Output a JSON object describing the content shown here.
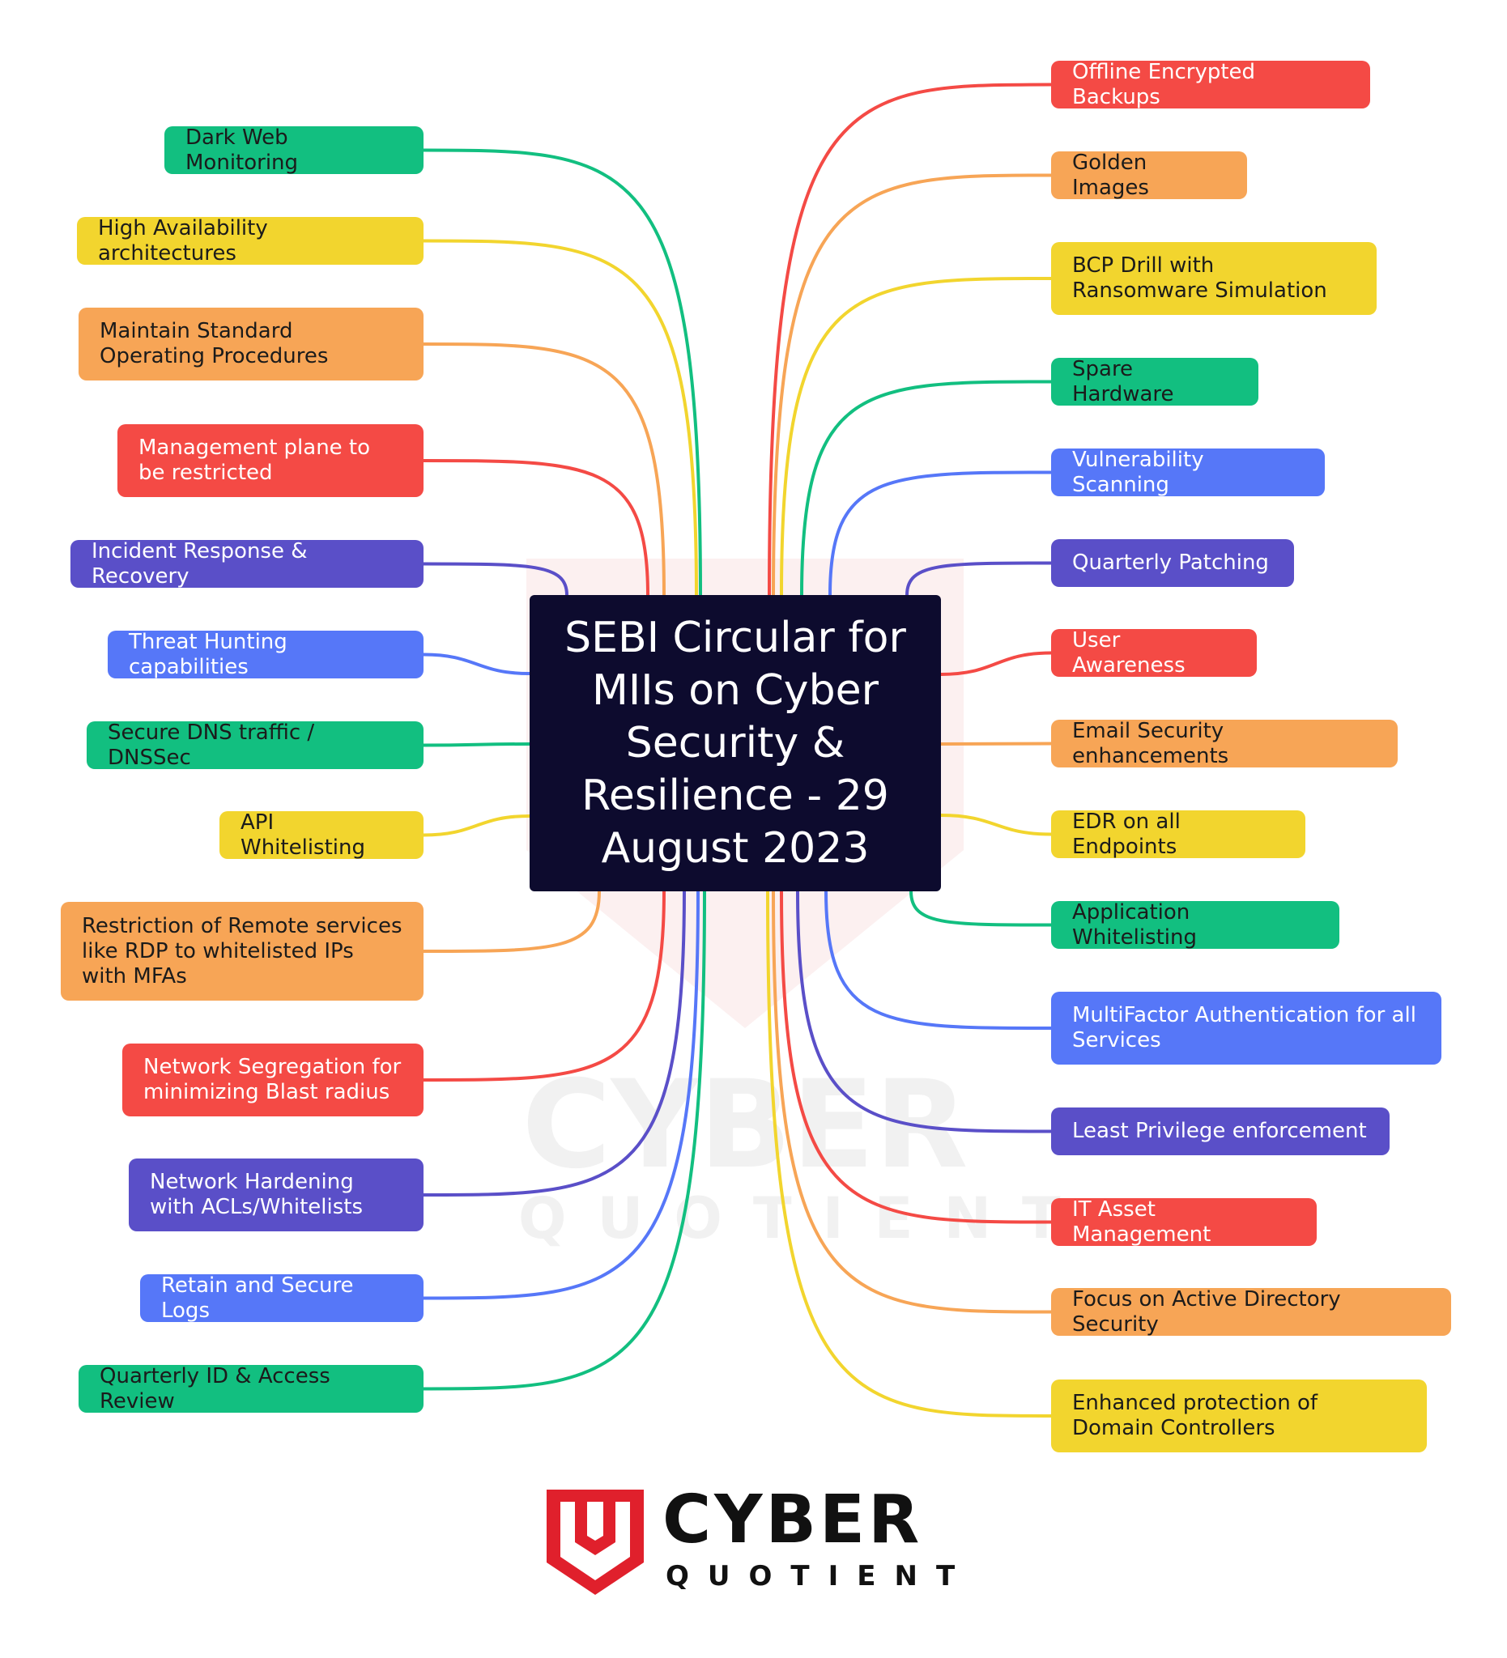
{
  "center": {
    "title": "SEBI Circular for MIIs on Cyber Security & Resilience - 29 August 2023"
  },
  "palette": {
    "green": "#12bf80",
    "yellow": "#f2d52e",
    "orange": "#f7a556",
    "red": "#f44a45",
    "indigo": "#5a4fc8",
    "blue": "#5677f8",
    "dark": "#0d0b2e"
  },
  "left_nodes": [
    {
      "label": "Dark Web Monitoring",
      "color": "green"
    },
    {
      "label": "High Availability architectures",
      "color": "yellow"
    },
    {
      "label": "Maintain Standard Operating Procedures",
      "color": "orange"
    },
    {
      "label": "Management plane to be restricted",
      "color": "red"
    },
    {
      "label": "Incident Response & Recovery",
      "color": "indigo"
    },
    {
      "label": "Threat Hunting capabilities",
      "color": "blue"
    },
    {
      "label": "Secure DNS traffic / DNSSec",
      "color": "green"
    },
    {
      "label": "API Whitelisting",
      "color": "yellow"
    },
    {
      "label": "Restriction of Remote services like RDP to whitelisted IPs with MFAs",
      "color": "orange"
    },
    {
      "label": "Network Segregation for minimizing Blast radius",
      "color": "red"
    },
    {
      "label": "Network Hardening with ACLs/Whitelists",
      "color": "indigo"
    },
    {
      "label": "Retain and Secure Logs",
      "color": "blue"
    },
    {
      "label": "Quarterly ID & Access Review",
      "color": "green"
    }
  ],
  "right_nodes": [
    {
      "label": "Offline Encrypted Backups",
      "color": "red"
    },
    {
      "label": "Golden Images",
      "color": "orange"
    },
    {
      "label": "BCP Drill with Ransomware Simulation",
      "color": "yellow"
    },
    {
      "label": "Spare Hardware",
      "color": "green"
    },
    {
      "label": "Vulnerability Scanning",
      "color": "blue"
    },
    {
      "label": "Quarterly Patching",
      "color": "indigo"
    },
    {
      "label": "User Awareness",
      "color": "red"
    },
    {
      "label": "Email Security enhancements",
      "color": "orange"
    },
    {
      "label": "EDR on all Endpoints",
      "color": "yellow"
    },
    {
      "label": "Application Whitelisting",
      "color": "green"
    },
    {
      "label": "MultiFactor Authentication for all Services",
      "color": "blue"
    },
    {
      "label": "Least Privilege enforcement",
      "color": "indigo"
    },
    {
      "label": "IT Asset Management",
      "color": "red"
    },
    {
      "label": "Focus on Active Directory Security",
      "color": "orange"
    },
    {
      "label": "Enhanced protection of Domain Controllers",
      "color": "yellow"
    }
  ],
  "logo": {
    "word1": "CYBER",
    "word2": "QUOTIENT",
    "shield_color": "#e0202c",
    "text_color": "#111111"
  },
  "watermark": {
    "word1": "CYBER",
    "word2": "QUOTIENT"
  }
}
